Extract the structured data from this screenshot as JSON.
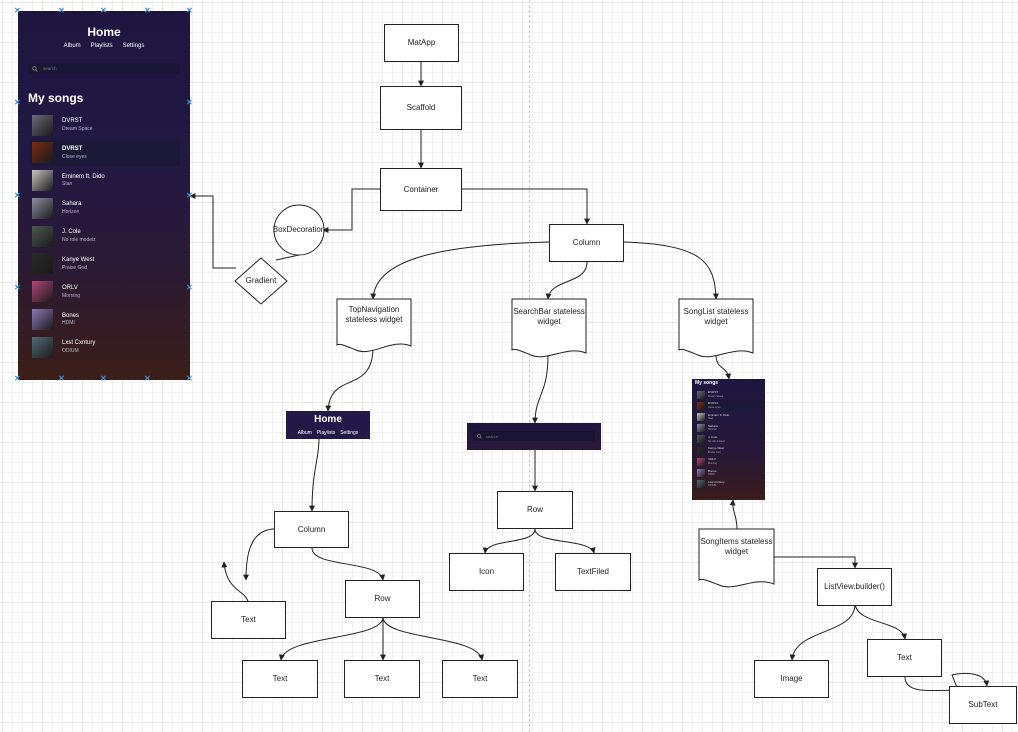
{
  "phone": {
    "title": "Home",
    "tabs": [
      "Album",
      "Playlists",
      "Settings"
    ],
    "search_placeholder": "search",
    "section_title": "My songs",
    "songs": [
      {
        "artist": "DVRST",
        "title": "Dream Space",
        "selected": false,
        "color": "#6d6a78"
      },
      {
        "artist": "DVRST",
        "title": "Close eyes",
        "selected": true,
        "color": "#7a2b12"
      },
      {
        "artist": "Eminem ft. Dido",
        "title": "Stan",
        "selected": false,
        "color": "#c9c4c0"
      },
      {
        "artist": "Sahara",
        "title": "Horizon",
        "selected": false,
        "color": "#8f8fa4"
      },
      {
        "artist": "J. Cole",
        "title": "No role modelz",
        "selected": false,
        "color": "#4c5a52"
      },
      {
        "artist": "Kanye West",
        "title": "Praise God",
        "selected": false,
        "color": "#2a2a2a"
      },
      {
        "artist": "ORLV",
        "title": "Morning",
        "selected": false,
        "color": "#b4467a"
      },
      {
        "artist": "Bones",
        "title": "HDMI",
        "selected": false,
        "color": "#8d7ab8"
      },
      {
        "artist": "Lxst Cxntury",
        "title": "ODIUM",
        "selected": false,
        "color": "#556a74"
      }
    ]
  },
  "nodes": {
    "matapp": "MatApp",
    "scaffold": "Scaffold",
    "container": "Container",
    "boxdecoration": "BoxDecoration",
    "gradient": "Gradient",
    "column_main": "Column",
    "topnav_widget": "TopNavigation\nstateless widget",
    "searchbar_widget": "SearchBar stateless\nwidget",
    "songlist_widget": "SongList stateless\nwidget",
    "column_nav": "Column",
    "text_left": "Text",
    "row_nav": "Row",
    "text_1": "Text",
    "text_2": "Text",
    "text_3": "Text",
    "row_search": "Row",
    "icon": "Icon",
    "textfiled": "TextFiled",
    "songitems_widget": "SongItems stateless\nwidget",
    "listview": "ListView.builder()",
    "image": "Image",
    "text_song": "Text",
    "subtext": "SubText"
  },
  "nav_mock": {
    "title": "Home",
    "tabs": [
      "Album",
      "Playlists",
      "Settings"
    ]
  },
  "search_mock": {
    "placeholder": "search"
  },
  "list_mock": {
    "title": "My songs",
    "rows": [
      {
        "artist": "DVRST",
        "title": "Dream Space",
        "selected": false
      },
      {
        "artist": "DVRST",
        "title": "Close eyes",
        "selected": true
      },
      {
        "artist": "Eminem ft. Dido",
        "title": "Stan",
        "selected": false
      },
      {
        "artist": "Sahara",
        "title": "Horizon",
        "selected": false
      },
      {
        "artist": "J. Cole",
        "title": "No role modelz",
        "selected": false
      },
      {
        "artist": "Kanye West",
        "title": "Praise God",
        "selected": false
      },
      {
        "artist": "ORLV",
        "title": "Morning",
        "selected": false
      },
      {
        "artist": "Bones",
        "title": "HDMI",
        "selected": false
      },
      {
        "artist": "Lxst Cxntury",
        "title": "ODIUM",
        "selected": false
      }
    ]
  }
}
